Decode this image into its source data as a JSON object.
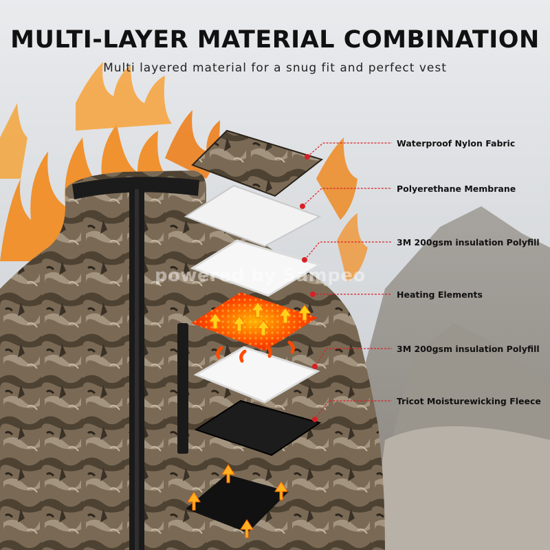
{
  "header": {
    "title": "MULTI-LAYER MATERIAL COMBINATION",
    "subtitle": "Multi layered material for a snug fit and perfect vest"
  },
  "layers": [
    {
      "label": "Waterproof Nylon Fabric"
    },
    {
      "label": "Polyerethane Membrane"
    },
    {
      "label": "3M 200gsm insulation Polyfill"
    },
    {
      "label": "Heating Elements"
    },
    {
      "label": "3M 200gsm insulation Polyfill"
    },
    {
      "label": "Tricot Moisturewicking Fleece"
    }
  ],
  "watermark": "powered by Sampeo",
  "colors": {
    "callout_line": "#d91f26",
    "flame": "#f28a1c",
    "heating": "#ff3b00",
    "camo_base": "#6b5a45"
  }
}
